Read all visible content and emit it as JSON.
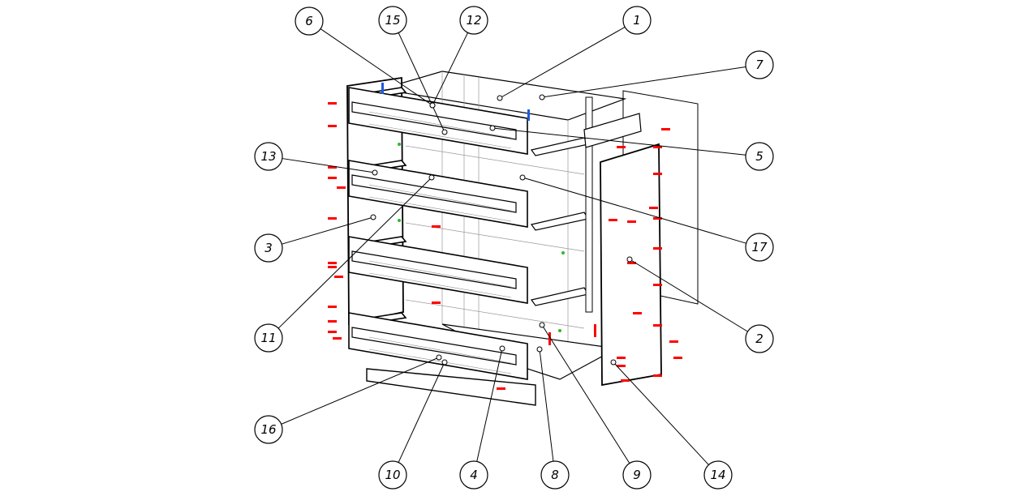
{
  "drawing": {
    "title": "Exploded assembly view - chest of drawers",
    "callouts": [
      {
        "label": "6"
      },
      {
        "label": "15"
      },
      {
        "label": "12"
      },
      {
        "label": "1"
      },
      {
        "label": "7"
      },
      {
        "label": "5"
      },
      {
        "label": "13"
      },
      {
        "label": "17"
      },
      {
        "label": "3"
      },
      {
        "label": "11"
      },
      {
        "label": "2"
      },
      {
        "label": "16"
      },
      {
        "label": "10"
      },
      {
        "label": "4"
      },
      {
        "label": "8"
      },
      {
        "label": "9"
      },
      {
        "label": "14"
      }
    ],
    "colors": {
      "line": "#000000",
      "fastener": "#ff0000",
      "dowel": "#1e5adc",
      "hint": "#2db82d"
    }
  }
}
